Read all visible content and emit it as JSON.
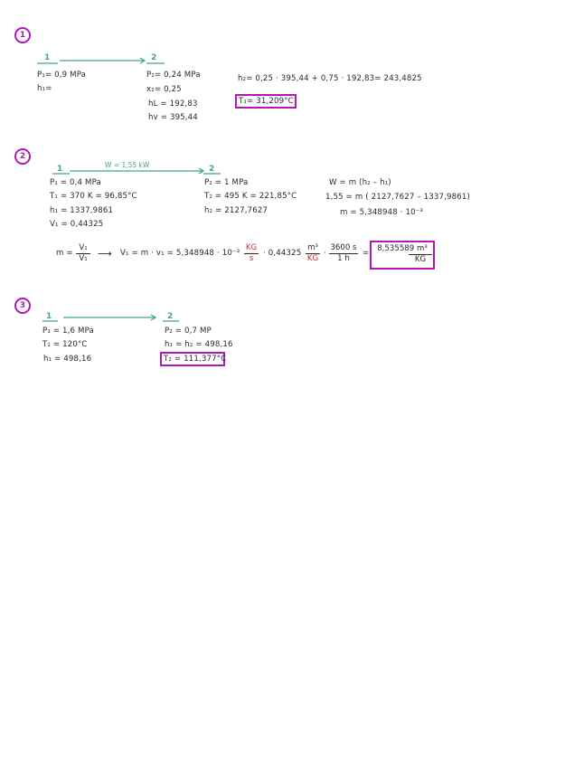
{
  "colors": {
    "accent": "#b018b8",
    "state": "#3fa97a",
    "text": "#2a2a2a"
  },
  "p1": {
    "num": "1",
    "s1": "1",
    "s2": "2",
    "l1": [
      "P₁= 0,9 MPa",
      "h₁="
    ],
    "l2": [
      "P₂= 0,24 MPa",
      "x₂= 0,25",
      "hL = 192,83",
      "hv = 395,44"
    ],
    "eq": "h₂= 0,25 · 395,44 + 0,75 · 192,83= 243,4825",
    "result": "T₁= 31,209°C"
  },
  "p2": {
    "num": "2",
    "s1": "1",
    "s2": "2",
    "work": "W = 1,55 kW",
    "l1": [
      "P₁ = 0,4 MPa",
      "T₁ = 370 K = 96,85°C",
      "h₁ = 1337,9861",
      "V₁ = 0,44325"
    ],
    "l2": [
      "P₂ = 1 MPa",
      "T₂ = 495 K = 221,85°C",
      "h₂ = 2127,7627"
    ],
    "e1": "W = m (h₂ – h₁)",
    "e2": "1,55 = m ( 2127,7627 – 1337,9861)",
    "e3": "m = 5,348948 · 10⁻³",
    "f_lhs": "m =",
    "f1n": "V₁",
    "f1d": "V₁",
    "arrow": "⟶",
    "f_mid": "V₁ = m · v₁ = 5,348948 · 10⁻³",
    "f2n": "KG",
    "f2d": "s",
    "f_mid2": "· 0,44325",
    "f3n": "m³",
    "f3d": "KG",
    "f_dot": "·",
    "f4n": "3600 s",
    "f4d": "1 h",
    "f_eq": "=",
    "r_n": "8,535589 m³",
    "r_d": "KG"
  },
  "p3": {
    "num": "3",
    "s1": "1",
    "s2": "2",
    "l1": [
      "P₁ = 1,6 MPa",
      "T₁ = 120°C",
      "h₁ = 498,16"
    ],
    "l2": [
      "P₂ = 0,7 MP",
      "h₁ = h₂ = 498,16"
    ],
    "result": "T₂ = 111,377°C"
  }
}
